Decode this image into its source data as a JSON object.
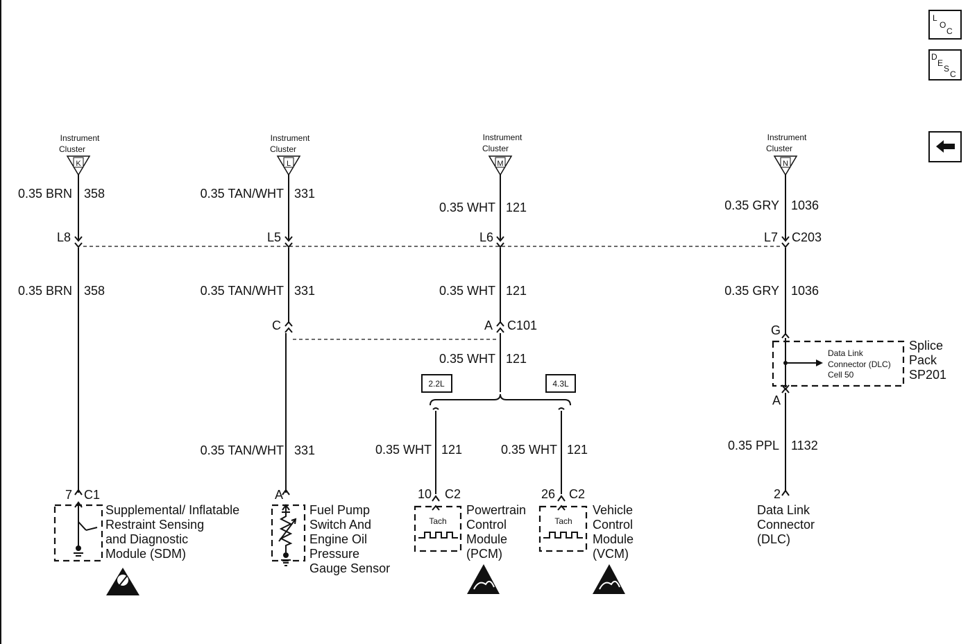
{
  "nav": {
    "loc": [
      "L",
      "O",
      "C"
    ],
    "desc": [
      "D",
      "E",
      "S",
      "C"
    ],
    "back_icon": "left-arrow-icon"
  },
  "ic_label": [
    "Instrument",
    "Cluster"
  ],
  "connectors": {
    "K": "K",
    "L": "L",
    "M": "M",
    "N": "N",
    "L8": "L8",
    "L5": "L5",
    "L6": "L6",
    "L7": "L7",
    "C203": "C203",
    "C": "C",
    "A1": "A",
    "C101": "C101",
    "G": "G",
    "A2": "A",
    "p7": "7",
    "C1": "C1",
    "pA": "A",
    "p10": "10",
    "C2a": "C2",
    "p26": "26",
    "C2b": "C2",
    "p2": "2"
  },
  "wires": {
    "k1": [
      "0.35 BRN",
      "358"
    ],
    "k2": [
      "0.35 BRN",
      "358"
    ],
    "l1": [
      "0.35 TAN/WHT",
      "331"
    ],
    "l2": [
      "0.35 TAN/WHT",
      "331"
    ],
    "l3": [
      "0.35 TAN/WHT",
      "331"
    ],
    "m1": [
      "0.35 WHT",
      "121"
    ],
    "m2": [
      "0.35 WHT",
      "121"
    ],
    "m3": [
      "0.35 WHT",
      "121"
    ],
    "m4": [
      "0.35 WHT",
      "121"
    ],
    "m5": [
      "0.35 WHT",
      "121"
    ],
    "n1": [
      "0.35 GRY",
      "1036"
    ],
    "n2": [
      "0.35 GRY",
      "1036"
    ],
    "n3": [
      "0.35 PPL",
      "1132"
    ]
  },
  "engines": {
    "e22": "2.2L",
    "e43": "4.3L"
  },
  "splice": {
    "title": [
      "Splice",
      "Pack",
      "SP201"
    ],
    "dlc": [
      "Data Link",
      "Connector (DLC)",
      "Cell 50"
    ]
  },
  "components": {
    "sdm": [
      "Supplemental/ Inflatable",
      "Restraint Sensing",
      "and Diagnostic",
      "Module (SDM)"
    ],
    "fuel": [
      "Fuel Pump",
      "Switch And",
      "Engine Oil",
      "Pressure",
      "Gauge Sensor"
    ],
    "pcm": [
      "Powertrain",
      "Control",
      "Module",
      "(PCM)"
    ],
    "vcm": [
      "Vehicle",
      "Control",
      "Module",
      "(VCM)"
    ],
    "dlc": [
      "Data Link",
      "Connector",
      "(DLC)"
    ],
    "tach": "Tach"
  },
  "icons": {
    "airbag": "airbag-warning-icon",
    "esd": "esd-warning-icon"
  }
}
